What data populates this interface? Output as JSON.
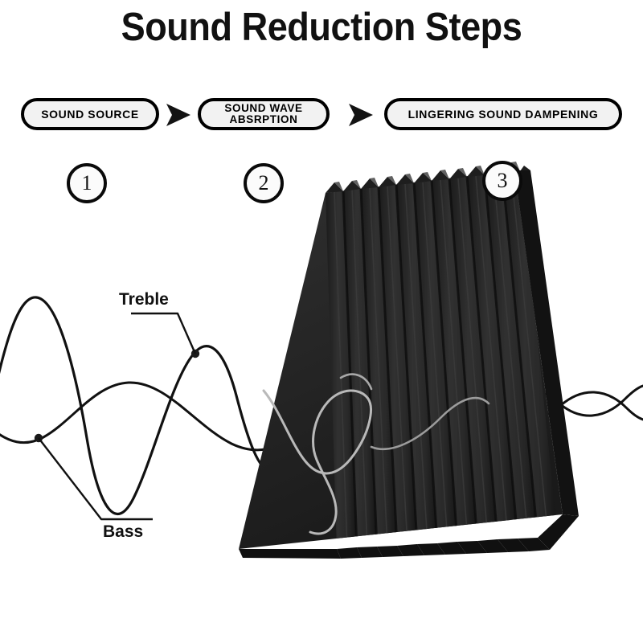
{
  "header": {
    "title": "Sound Reduction Steps"
  },
  "steps": [
    {
      "number": "1",
      "label": "SOUND SOURCE"
    },
    {
      "number": "2",
      "label_line1": "SOUND WAVE",
      "label_line2": "ABSRPTION"
    },
    {
      "number": "3",
      "label": "LINGERING SOUND DAMPENING"
    }
  ],
  "connectors": [
    {
      "icon": "arrow-right-icon"
    },
    {
      "icon": "arrow-right-icon"
    }
  ],
  "callouts": [
    {
      "id": "treble",
      "label": "Treble"
    },
    {
      "id": "bass",
      "label": "Bass"
    }
  ],
  "illustration": {
    "panel_name": "acoustic-foam-wedge-panel",
    "panel_color": "#262626",
    "panel_shadow_color": "#141414",
    "wave_color": "#111111",
    "wave_color_inside_panel": "#b4b4b4",
    "background_color": "#ffffff"
  },
  "colors": {
    "outline": "#000000",
    "pill_fill": "#f2f2f2",
    "circle_fill": "#fbfbfb",
    "text": "#111111"
  }
}
